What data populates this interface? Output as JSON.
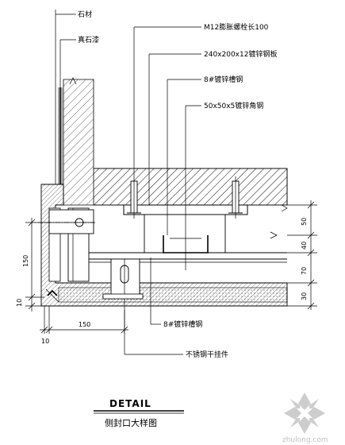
{
  "labels": {
    "stone": "石材",
    "real_stone_paint": "真石漆",
    "anchor_bolt": "M12膨胀螺栓长100",
    "steel_plate": "240x200x12镀锌钢板",
    "channel_top": "8#镀锌槽钢",
    "angle_steel": "50x50x5镀锌角钢",
    "channel_bottom": "8#镀锌槽钢",
    "stainless_hanger": "不锈钢干挂件"
  },
  "dimensions": {
    "right": [
      "50",
      "40",
      "70",
      "30"
    ],
    "left_height": "150",
    "left_bottom": "10",
    "bottom_width": "150",
    "bottom_small": "10"
  },
  "title": {
    "main": "DETAIL",
    "sub": "侧封口大样图"
  },
  "watermark": {
    "text": "zhulong.com"
  }
}
